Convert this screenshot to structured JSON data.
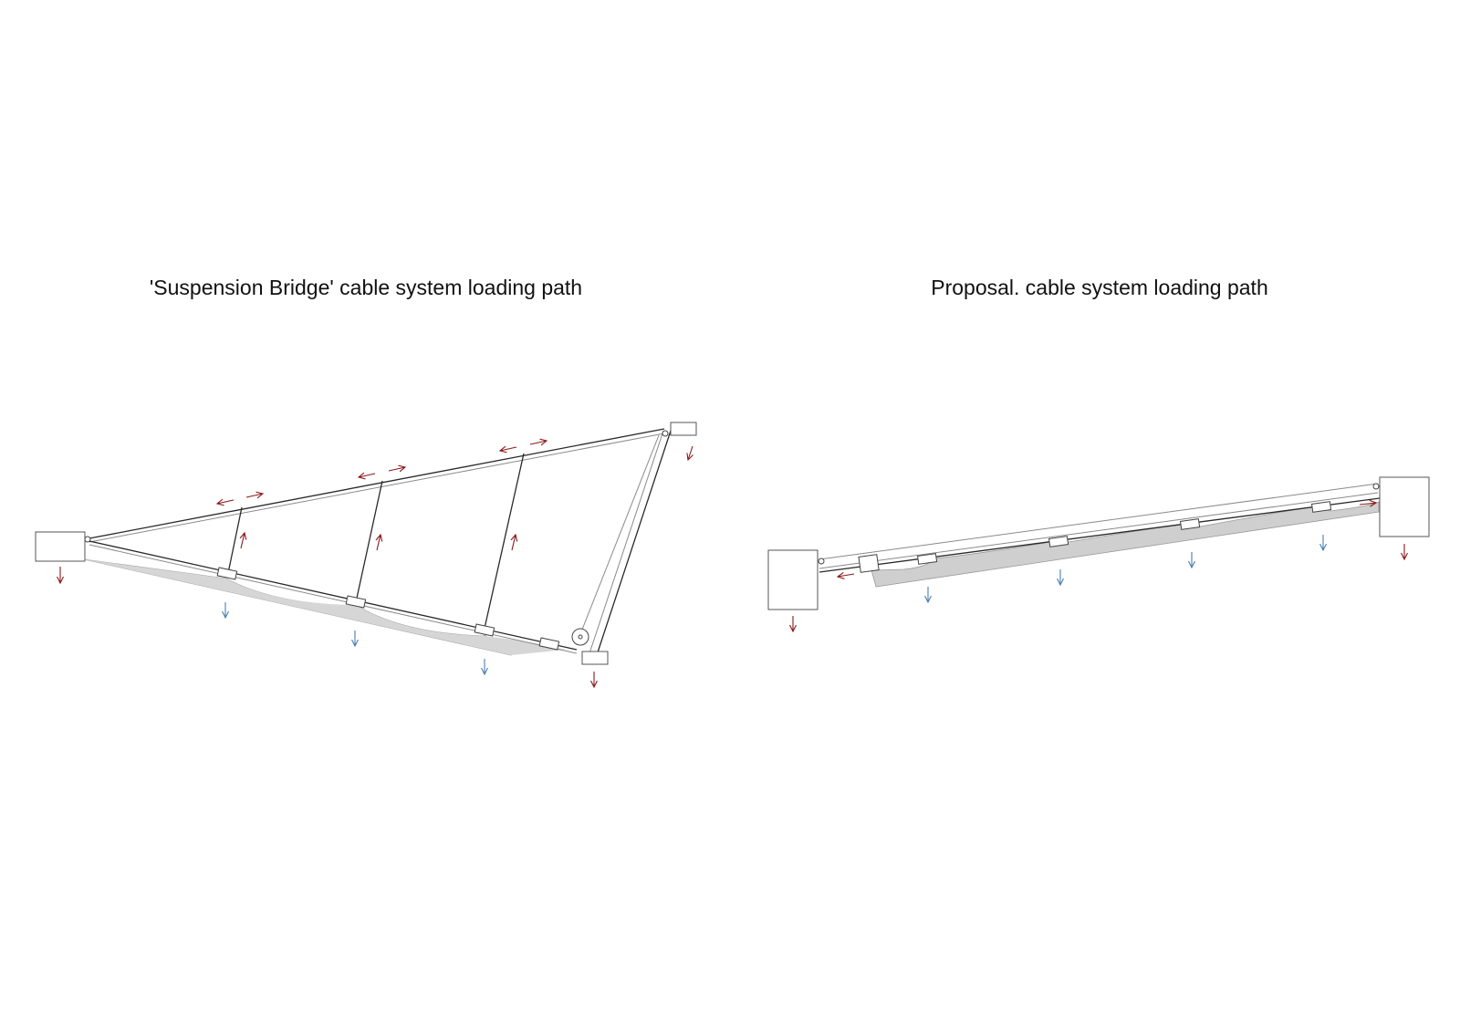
{
  "titles": {
    "left": "'Suspension Bridge' cable system loading path",
    "right": "Proposal. cable system loading path"
  },
  "colors": {
    "reaction_arrow": "#8b1a1a",
    "load_arrow": "#4a7fb0",
    "cable": "#2a2a2a",
    "membrane": "#cfcfcf"
  },
  "diagrams": [
    {
      "name": "suspension-bridge-system",
      "hangers": 3,
      "membrane_clamps": 4,
      "supports": 3
    },
    {
      "name": "proposal-system",
      "membrane_clamps": 5,
      "supports": 2
    }
  ]
}
